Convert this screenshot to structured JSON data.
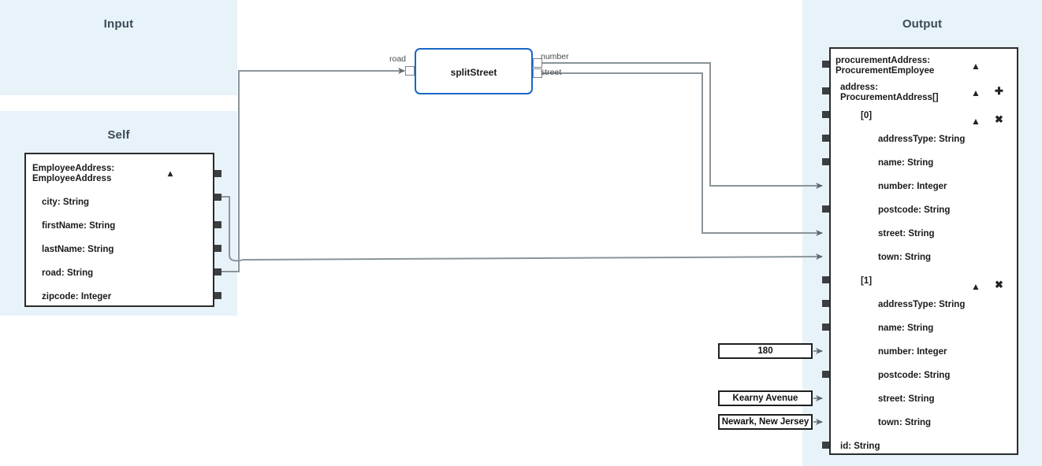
{
  "panels": {
    "input": {
      "title": "Input"
    },
    "self": {
      "title": "Self"
    },
    "output": {
      "title": "Output"
    }
  },
  "self_node": {
    "header": "EmployeeAddress:\nEmployeeAddress",
    "collapse_icon": "chevron-up-icon",
    "fields": [
      {
        "label": "city: String"
      },
      {
        "label": "firstName: String"
      },
      {
        "label": "lastName: String"
      },
      {
        "label": "road: String"
      },
      {
        "label": "zipcode: Integer"
      }
    ]
  },
  "function_node": {
    "name": "splitStreet",
    "inputs": [
      {
        "label": "road"
      }
    ],
    "outputs": [
      {
        "label": "number"
      },
      {
        "label": "street"
      }
    ]
  },
  "value_boxes": [
    {
      "value": "180"
    },
    {
      "value": "Kearny Avenue"
    },
    {
      "value": "Newark, New Jersey"
    }
  ],
  "output_node": {
    "rows": [
      {
        "label": "procurementAddress:\nProcurementEmployee",
        "indent": 0,
        "chevron": "chevron-up-icon",
        "action": ""
      },
      {
        "label": "address:\nProcurementAddress[]",
        "indent": 1,
        "chevron": "chevron-up-icon",
        "action": "plus-icon"
      },
      {
        "label": "[0]",
        "indent": 2,
        "chevron": "chevron-up-icon",
        "action": "close-icon"
      },
      {
        "label": "addressType: String",
        "indent": 3,
        "chevron": "",
        "action": ""
      },
      {
        "label": "name: String",
        "indent": 3,
        "chevron": "",
        "action": ""
      },
      {
        "label": "number: Integer",
        "indent": 3,
        "chevron": "",
        "action": ""
      },
      {
        "label": "postcode: String",
        "indent": 3,
        "chevron": "",
        "action": ""
      },
      {
        "label": "street: String",
        "indent": 3,
        "chevron": "",
        "action": ""
      },
      {
        "label": "town: String",
        "indent": 3,
        "chevron": "",
        "action": ""
      },
      {
        "label": "[1]",
        "indent": 2,
        "chevron": "chevron-up-icon",
        "action": "close-icon"
      },
      {
        "label": "addressType: String",
        "indent": 3,
        "chevron": "",
        "action": ""
      },
      {
        "label": "name: String",
        "indent": 3,
        "chevron": "",
        "action": ""
      },
      {
        "label": "number: Integer",
        "indent": 3,
        "chevron": "",
        "action": ""
      },
      {
        "label": "postcode: String",
        "indent": 3,
        "chevron": "",
        "action": ""
      },
      {
        "label": "street: String",
        "indent": 3,
        "chevron": "",
        "action": ""
      },
      {
        "label": "town: String",
        "indent": 3,
        "chevron": "",
        "action": ""
      },
      {
        "label": "id: String",
        "indent": 1,
        "chevron": "",
        "action": ""
      }
    ]
  },
  "colors": {
    "panel_background": "#e8f2f9",
    "function_border": "#1a66c8",
    "wire": "#8a9499",
    "node_border": "#2b2b2b",
    "text": "#1a1a1a"
  }
}
